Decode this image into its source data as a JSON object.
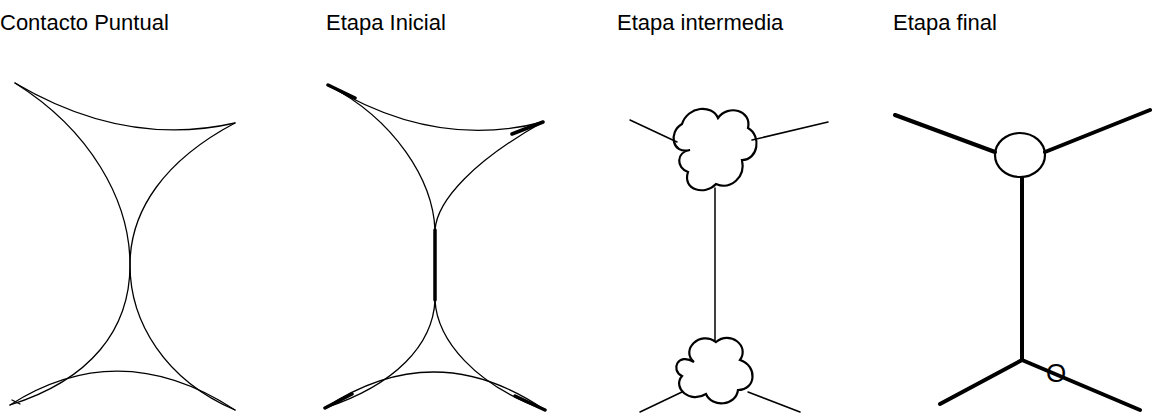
{
  "diagram": {
    "labels": [
      "Contacto Puntual",
      "Etapa Inicial",
      "Etapa intermedia",
      "Etapa final",
      "O"
    ]
  }
}
